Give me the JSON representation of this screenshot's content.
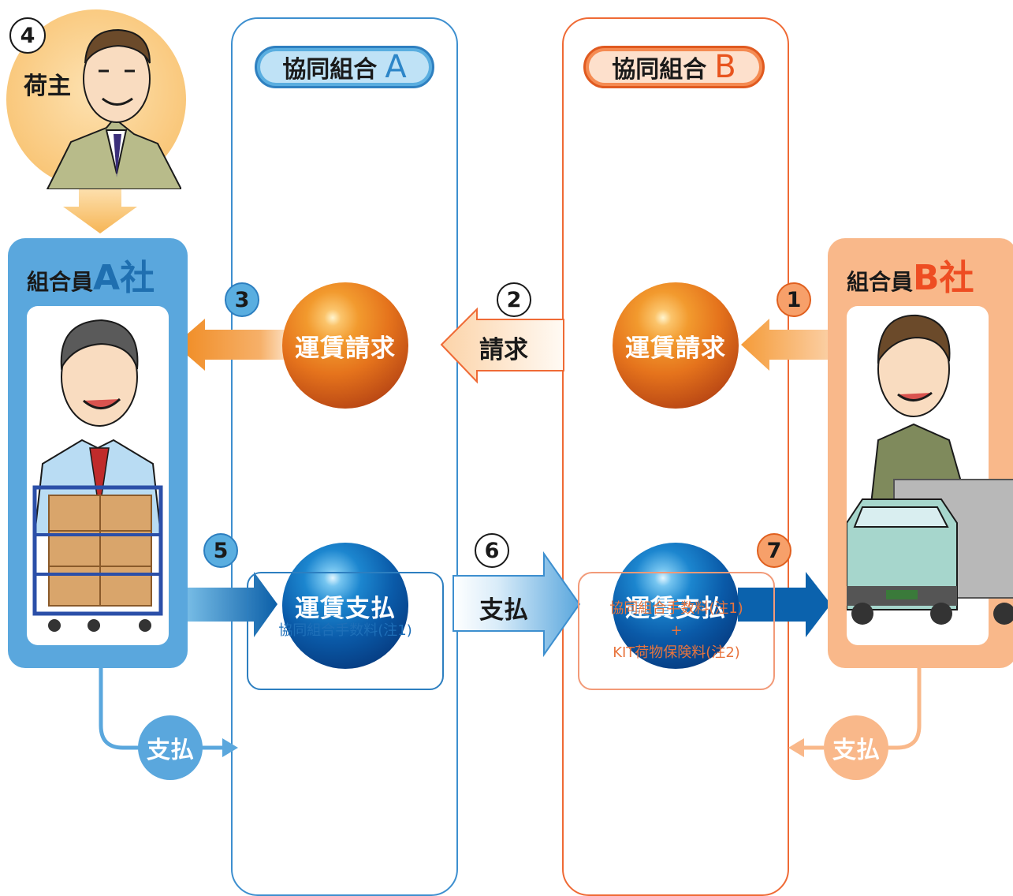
{
  "lanes": {
    "a": {
      "title": "協同組合",
      "letter": "A"
    },
    "b": {
      "title": "協同組合",
      "letter": "B"
    }
  },
  "shipper": {
    "label": "荷主",
    "step": "4"
  },
  "members": {
    "a": {
      "title": "組合員",
      "letter": "A社"
    },
    "b": {
      "title": "組合員",
      "letter": "B社"
    }
  },
  "steps": {
    "s1": "1",
    "s2": "2",
    "s3": "3",
    "s5": "5",
    "s6": "6",
    "s7": "7"
  },
  "spheres": {
    "a_invoice": "運賃請求",
    "b_invoice": "運賃請求",
    "a_payment": "運賃支払",
    "b_payment": "運賃支払"
  },
  "arrows": {
    "request": "請求",
    "payment": "支払"
  },
  "fees": {
    "a_pay": "支払",
    "b_pay": "支払",
    "a_note": "協同組合手数料(注1)",
    "b_note_line1": "協同組合手数料(注1)",
    "b_note_plus": "+",
    "b_note_line2": "KIT荷物保険料(注2)"
  },
  "colors": {
    "blue": "#2d86c8",
    "orange": "#f08a30",
    "light_blue": "#5aa7dd",
    "light_orange": "#f9b88a"
  }
}
